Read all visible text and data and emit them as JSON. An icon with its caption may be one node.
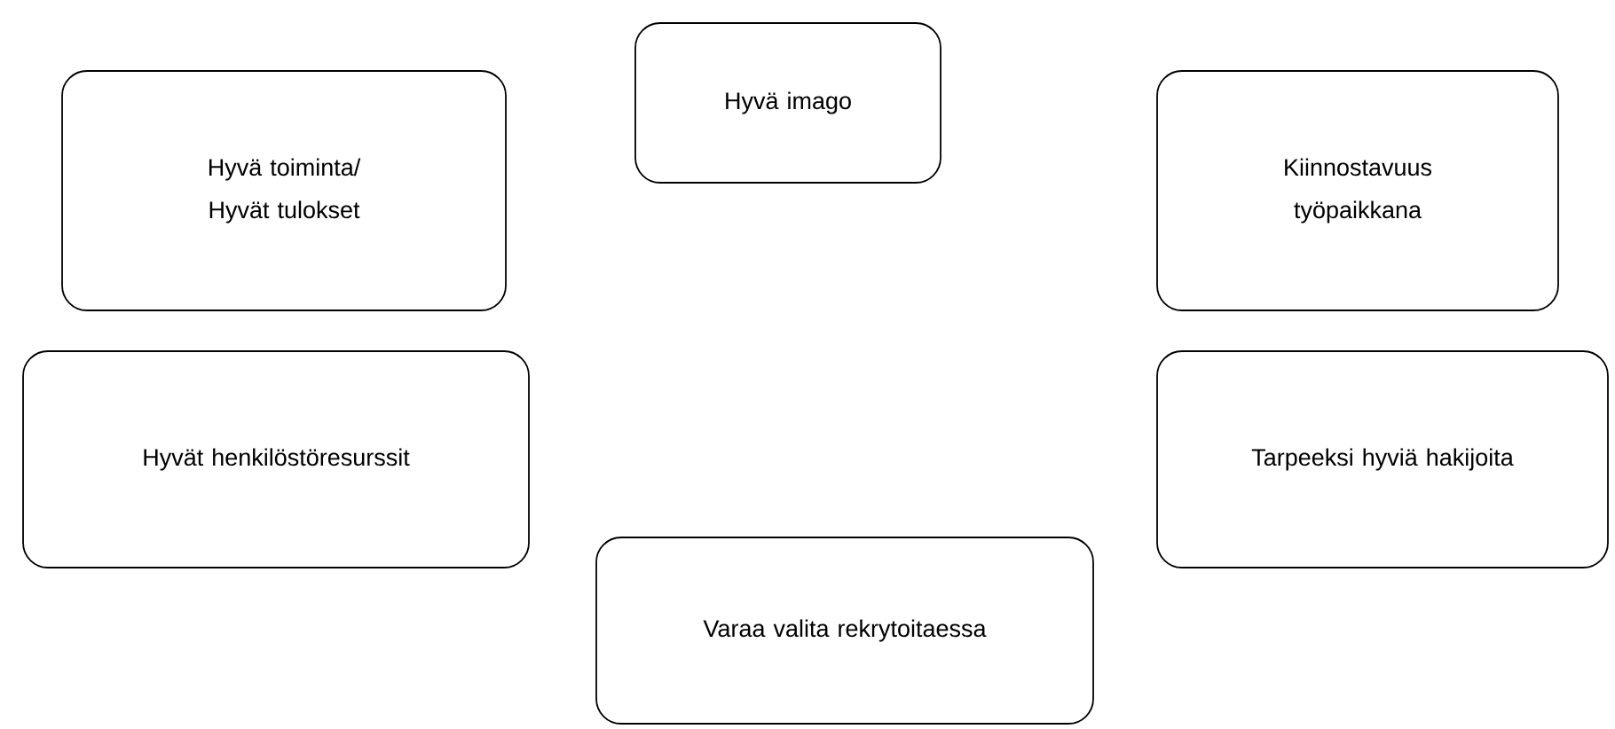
{
  "diagram": {
    "nodes": [
      {
        "text": [
          "Hyvä toiminta/ Hyvät tulokset"
        ]
      },
      {
        "text": [
          "Hyvä imago"
        ]
      },
      {
        "text": [
          "Kiinnostavuus työpaikkana"
        ]
      },
      {
        "text": [
          "Hyvät henkilöstöresurssit"
        ]
      },
      {
        "text": [
          "Tarpeeksi hyviä hakijoita"
        ]
      },
      {
        "text": [
          "Varaa valita rekrytoitaessa"
        ]
      }
    ]
  }
}
